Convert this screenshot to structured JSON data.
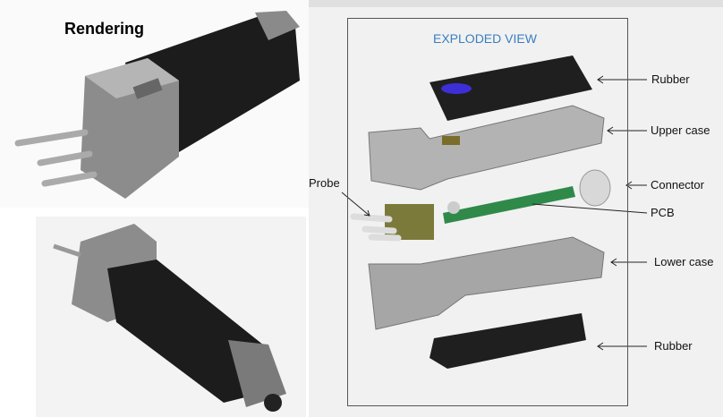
{
  "rendering": {
    "title": "Rendering"
  },
  "exploded_view": {
    "title": "EXPLODED VIEW",
    "labels": {
      "rubber_top": "Rubber",
      "upper_case": "Upper case",
      "connector": "Connector",
      "pcb": "PCB",
      "lower_case": "Lower case",
      "rubber_bottom": "Rubber",
      "probe": "Probe"
    }
  }
}
